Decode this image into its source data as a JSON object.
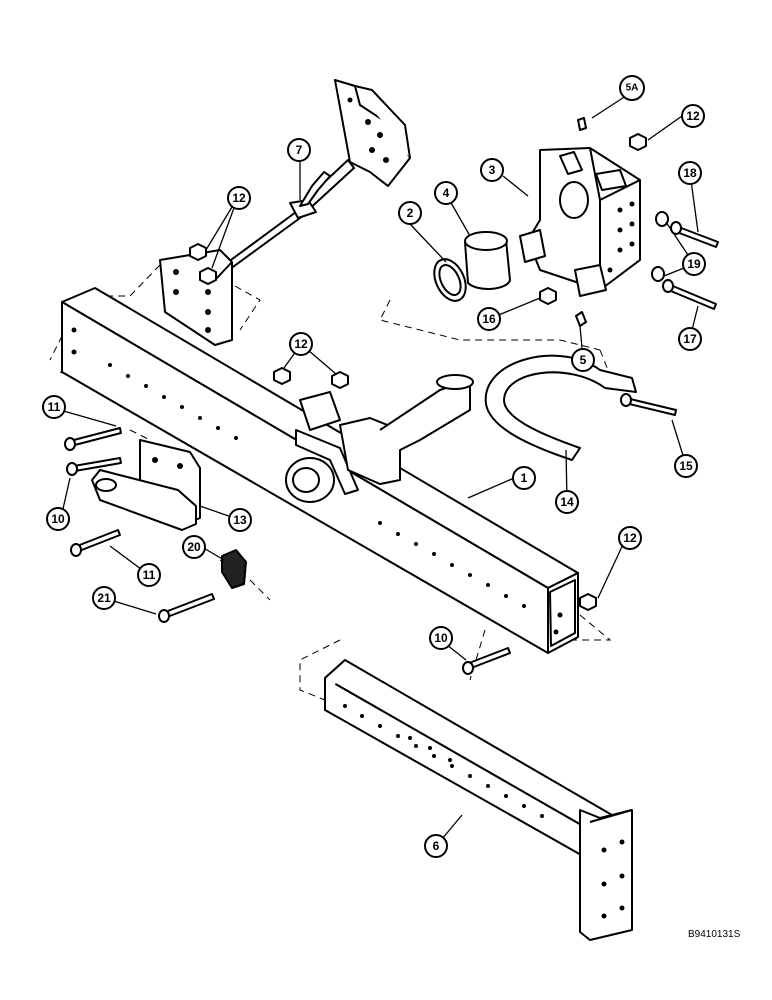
{
  "figure_id": "B9410131S",
  "callouts": {
    "c1": "1",
    "c2": "2",
    "c3": "3",
    "c4": "4",
    "c5": "5",
    "c5a": "5A",
    "c6": "6",
    "c7": "7",
    "c10a": "10",
    "c10b": "10",
    "c11a": "11",
    "c11b": "11",
    "c12a": "12",
    "c12b": "12",
    "c12c": "12",
    "c12d": "12",
    "c13": "13",
    "c14": "14",
    "c15": "15",
    "c16": "16",
    "c17": "17",
    "c18": "18",
    "c19": "19",
    "c20": "20",
    "c21": "21"
  }
}
